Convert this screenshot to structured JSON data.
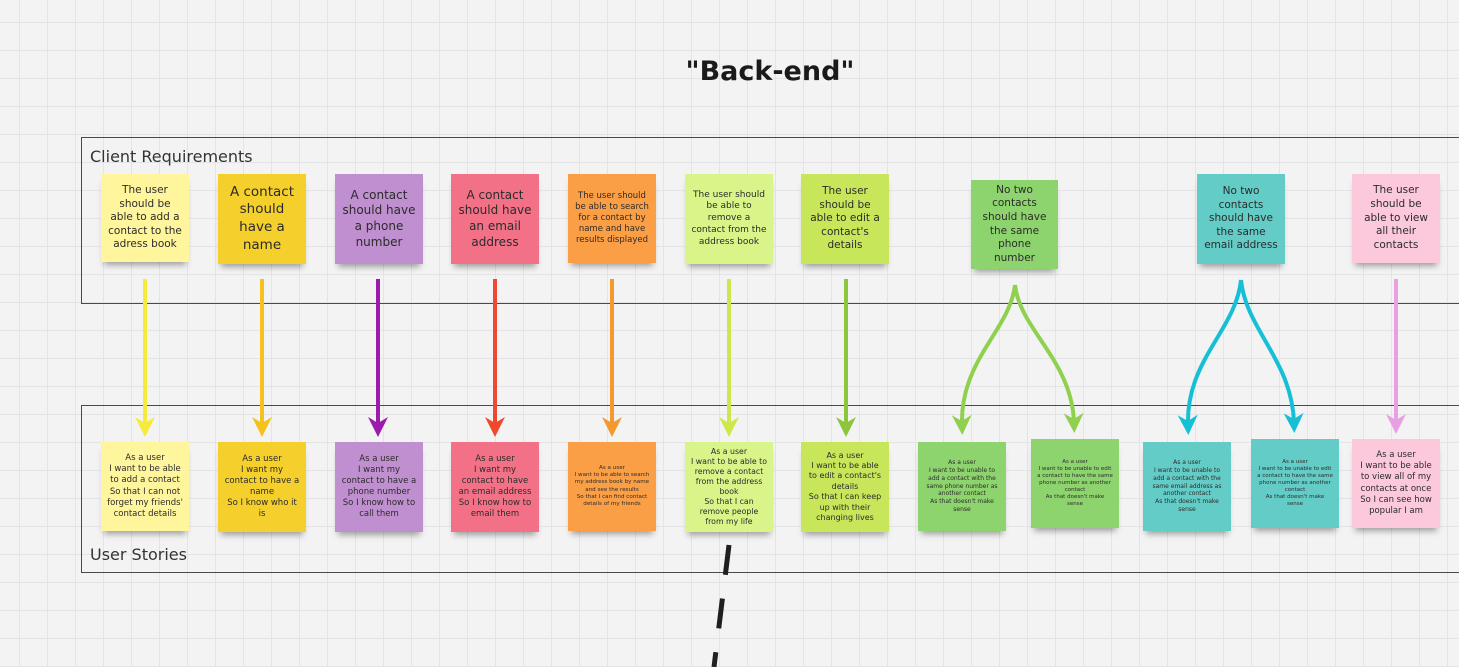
{
  "board": {
    "title": "\"Back-end\"",
    "requirements_label": "Client Requirements",
    "stories_label": "User Stories"
  },
  "colors": {
    "yellow": "#fff59d",
    "gold": "#f5cf2c",
    "purple": "#c08fd0",
    "red": "#f37187",
    "orange": "#fb9f46",
    "lime": "#d9f58a",
    "green": "#c8e65a",
    "mid_green": "#8ed46e",
    "teal": "#64ccc6",
    "pink": "#fbc8dc"
  },
  "requirements": [
    {
      "text": "The user should be able to add a contact to the adress book",
      "color": "#fff59d",
      "arrow": "#f6ea3a"
    },
    {
      "text": "A contact should have a name",
      "color": "#f5cf2c",
      "arrow": "#f4c21a"
    },
    {
      "text": "A contact should have a phone number",
      "color": "#c08fd0",
      "arrow": "#9b1bab"
    },
    {
      "text": "A contact should have an email address",
      "color": "#f37187",
      "arrow": "#f0482f"
    },
    {
      "text": "The user should be able to search for a contact by name and have results displayed",
      "color": "#fb9f46",
      "arrow": "#f39a2e"
    },
    {
      "text": "The user should be able to remove a contact from the address book",
      "color": "#d9f58a",
      "arrow": "#cde84a"
    },
    {
      "text": "The user should be able to edit a contact's details",
      "color": "#c8e65a",
      "arrow": "#8cc63c"
    },
    {
      "text": "No two contacts should have the same phone number",
      "color": "#8ed46e",
      "arrow": "#8fd14f"
    },
    {
      "text": "No two contacts should have the same email address",
      "color": "#64ccc6",
      "arrow": "#15c0d6"
    },
    {
      "text": "The user should be able to view all their contacts",
      "color": "#fbc8dc",
      "arrow": "#e8a0e2"
    }
  ],
  "stories": [
    {
      "text": "As a user\nI want to be able to add a contact\nSo that I can not forget my friends' contact details",
      "color": "#fff59d"
    },
    {
      "text": "As a user\nI want my contact to have a name\nSo I know who it is",
      "color": "#f5cf2c"
    },
    {
      "text": "As a user\nI want my contact to have a phone number\nSo I know how to call them",
      "color": "#c08fd0"
    },
    {
      "text": "As a user\nI want my contact to have an email address\nSo I know how to email them",
      "color": "#f37187"
    },
    {
      "text": "As a user\nI want to be able to search my address book by name and see the results\nSo that I can find contact details of my friends",
      "color": "#fb9f46"
    },
    {
      "text": "As a user\nI want to be able to remove a contact from the address book\nSo that I can remove people from my life",
      "color": "#d9f58a"
    },
    {
      "text": "As a user\nI want to be able to edit a contact's details\nSo that I can keep up with their changing lives",
      "color": "#c8e65a"
    },
    {
      "text": "As a user\nI want to be unable to add a contact with the same phone number as another contact\nAs that doesn't make sense",
      "color": "#8ed46e"
    },
    {
      "text": "As a user\nI want to be unable to edit a contact to have the same phone number as another contact\nAs that doesn't make sense",
      "color": "#8ed46e"
    },
    {
      "text": "As a user\nI want to be unable to add a contact with the same email address as another contact\nAs that doesn't make sense",
      "color": "#64ccc6"
    },
    {
      "text": "As a user\nI want to be unable to edit a contact to have the same phone number as another contact\nAs that doesn't make sense",
      "color": "#64ccc6"
    },
    {
      "text": "As a user\nI want to be able to view all of my contacts at once\nSo I can see how popular I am",
      "color": "#fbc8dc"
    }
  ]
}
